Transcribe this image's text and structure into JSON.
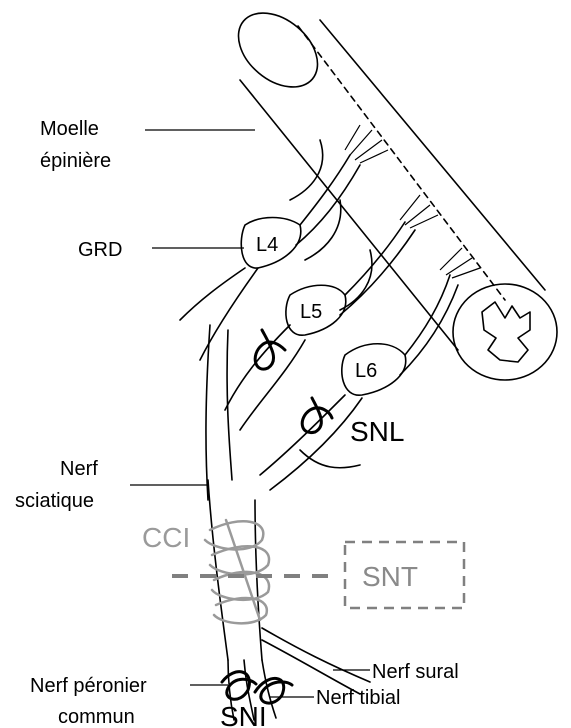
{
  "labels": {
    "moelle_line1": "Moelle",
    "moelle_line2": "épinière",
    "grd": "GRD",
    "l4": "L4",
    "l5": "L5",
    "l6": "L6",
    "snl": "SNL",
    "sciatique_line1": "Nerf",
    "sciatique_line2": "sciatique",
    "cci": "CCI",
    "snt": "SNT",
    "sural": "Nerf sural",
    "peronier_line1": "Nerf péronier",
    "peronier_line2": "commun",
    "tibial": "Nerf tibial",
    "sni": "SNI"
  },
  "colors": {
    "ink": "#000000",
    "gray_procedure": "#9a9a9a",
    "background": "#ffffff"
  }
}
